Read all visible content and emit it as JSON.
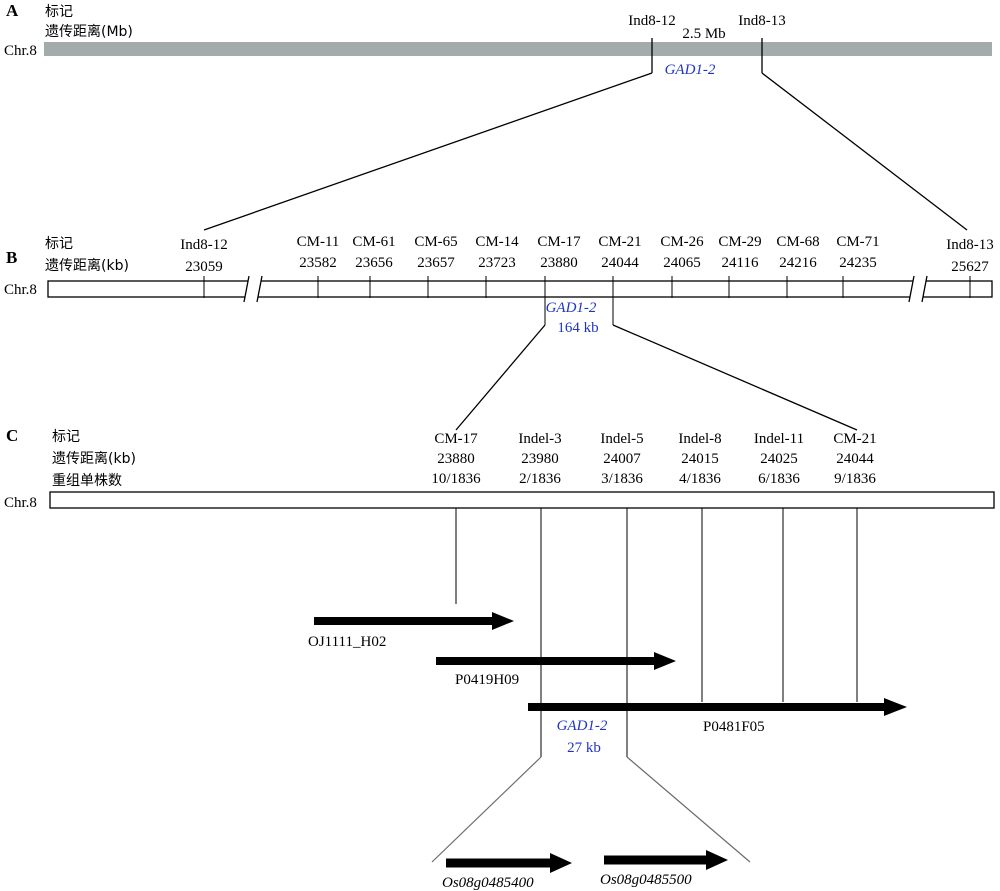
{
  "colors": {
    "chromosome_bar": "#a3abab",
    "gene_label": "#1f35c4"
  },
  "panelA": {
    "letter": "A",
    "row_label_1": "标记",
    "row_label_2": "遗传距离(Mb)",
    "chr_label": "Chr.8",
    "marker_left": "Ind8-12",
    "marker_right": "Ind8-13",
    "distance": "2.5 Mb",
    "gene": "GAD1-2"
  },
  "panelB": {
    "letter": "B",
    "row_label_1": "标记",
    "row_label_2": "遗传距离(kb)",
    "chr_label": "Chr.8",
    "markers": [
      {
        "name": "Ind8-12",
        "pos": "23059"
      },
      {
        "name": "CM-11",
        "pos": "23582"
      },
      {
        "name": "CM-61",
        "pos": "23656"
      },
      {
        "name": "CM-65",
        "pos": "23657"
      },
      {
        "name": "CM-14",
        "pos": "23723"
      },
      {
        "name": "CM-17",
        "pos": "23880"
      },
      {
        "name": "CM-21",
        "pos": "24044"
      },
      {
        "name": "CM-26",
        "pos": "24065"
      },
      {
        "name": "CM-29",
        "pos": "24116"
      },
      {
        "name": "CM-68",
        "pos": "24216"
      },
      {
        "name": "CM-71",
        "pos": "24235"
      },
      {
        "name": "Ind8-13",
        "pos": "25627"
      }
    ],
    "gene": "GAD1-2",
    "interval": "164 kb"
  },
  "panelC": {
    "letter": "C",
    "row_label_1": "标记",
    "row_label_2": "遗传距离(kb)",
    "row_label_3": "重组单株数",
    "chr_label": "Chr.8",
    "markers": [
      {
        "name": "CM-17",
        "pos": "23880",
        "recombinants": "10/1836"
      },
      {
        "name": "Indel-3",
        "pos": "23980",
        "recombinants": "2/1836"
      },
      {
        "name": "Indel-5",
        "pos": "24007",
        "recombinants": "3/1836"
      },
      {
        "name": "Indel-8",
        "pos": "24015",
        "recombinants": "4/1836"
      },
      {
        "name": "Indel-11",
        "pos": "24025",
        "recombinants": "6/1836"
      },
      {
        "name": "CM-21",
        "pos": "24044",
        "recombinants": "9/1836"
      }
    ],
    "clones": [
      "OJ1111_H02",
      "P0419H09",
      "P0481F05"
    ],
    "gene": "GAD1-2",
    "interval": "27 kb",
    "genes": [
      "Os08g0485400",
      "Os08g0485500"
    ]
  }
}
